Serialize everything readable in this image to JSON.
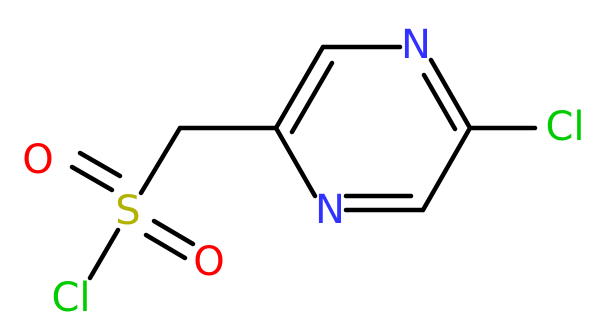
{
  "molecule": {
    "atoms": {
      "n_top": {
        "symbol": "N",
        "color": "#3232ff"
      },
      "n_bottom": {
        "symbol": "N",
        "color": "#3232ff"
      },
      "cl_ring": {
        "symbol": "Cl",
        "color": "#00cc00"
      },
      "s": {
        "symbol": "S",
        "color": "#b2b200"
      },
      "o_upper": {
        "symbol": "O",
        "color": "#ff0000"
      },
      "o_lower": {
        "symbol": "O",
        "color": "#ff0000"
      },
      "cl_sulfonyl": {
        "symbol": "Cl",
        "color": "#00cc00"
      }
    }
  }
}
